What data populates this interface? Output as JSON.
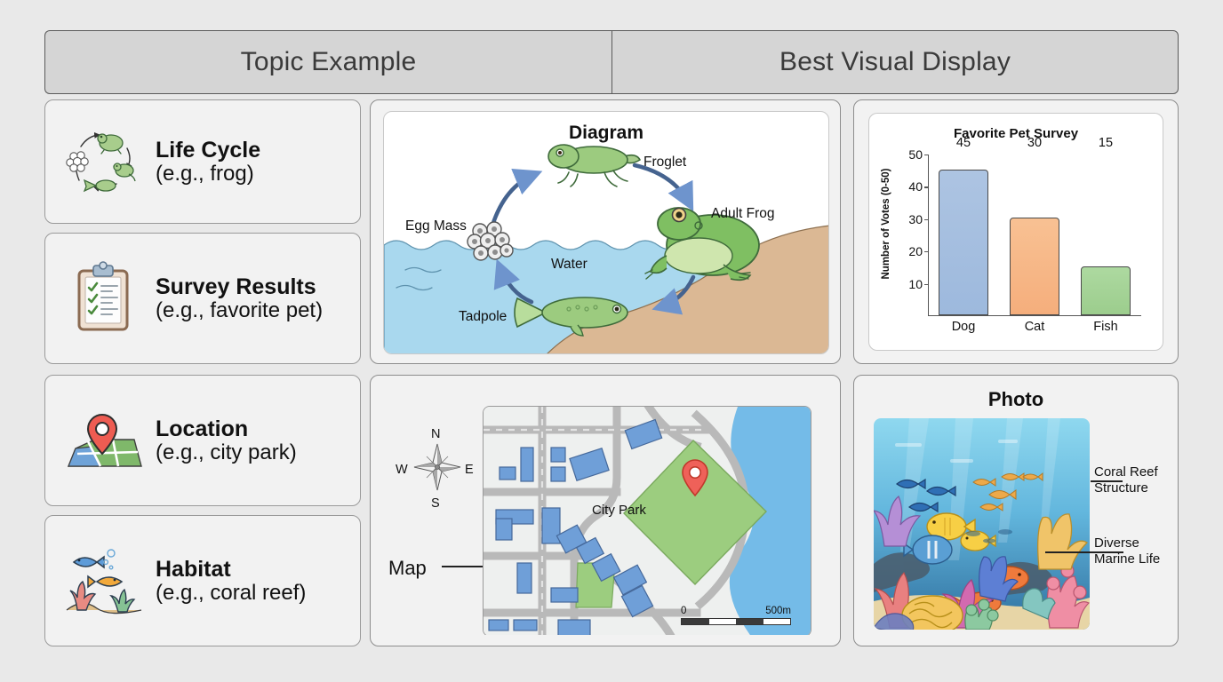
{
  "header": {
    "left": "Topic Example",
    "right": "Best Visual Display"
  },
  "topics": [
    {
      "title": "Life Cycle",
      "example": "(e.g., frog)",
      "icon": "life-cycle-icon"
    },
    {
      "title": "Survey Results",
      "example": "(e.g., favorite pet)",
      "icon": "clipboard-checklist-icon"
    },
    {
      "title": "Location",
      "example": "(e.g., city park)",
      "icon": "map-pin-icon"
    },
    {
      "title": "Habitat",
      "example": "(e.g., coral reef)",
      "icon": "coral-reef-fish-icon"
    }
  ],
  "diagram": {
    "title": "Diagram",
    "labels": {
      "egg_mass": "Egg Mass",
      "tadpole": "Tadpole",
      "froglet": "Froglet",
      "adult_frog": "Adult Frog",
      "water": "Water"
    },
    "colors": {
      "water": "#a9d8ee",
      "land": "#dbb894",
      "frog_green": "#9ccb7f",
      "arrow_blue": "#7a9fd4"
    }
  },
  "chart_data": {
    "type": "bar",
    "title": "Favorite Pet Survey",
    "categories": [
      "Dog",
      "Cat",
      "Fish"
    ],
    "values": [
      45,
      30,
      15
    ],
    "xlabel": "",
    "ylabel": "Number of Votes (0-50)",
    "ylim": [
      0,
      50
    ],
    "yticks": [
      10,
      20,
      30,
      40,
      50
    ],
    "grid": false,
    "legend": "none",
    "bar_colors": [
      "#a3bfdf",
      "#f5b183",
      "#a4ce93"
    ]
  },
  "map": {
    "label": "Map",
    "park_label": "City Park",
    "compass": {
      "n": "N",
      "e": "E",
      "s": "S",
      "w": "W"
    },
    "scale": {
      "start": "0",
      "end": "500m"
    },
    "colors": {
      "water": "#74bbe8",
      "park": "#9ccd7f",
      "road": "#b9b9b9",
      "building": "#6f9fd8"
    }
  },
  "photo": {
    "title": "Photo",
    "annotations": [
      {
        "line1": "Coral Reef",
        "line2": "Structure"
      },
      {
        "line1": "Diverse",
        "line2": "Marine Life"
      }
    ]
  }
}
